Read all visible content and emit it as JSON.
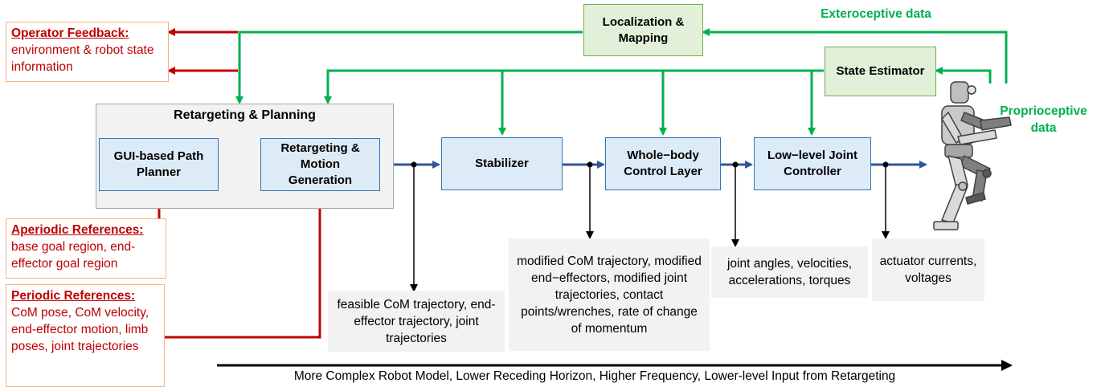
{
  "colors": {
    "feedback_red": "#c00000",
    "signal_green": "#00b050",
    "flow_blue": "#2f5597",
    "block_fill": "#ddebf7",
    "estimator_fill": "#e2f0d9"
  },
  "feedback": {
    "title": "Operator Feedback:",
    "body": "environment & robot state information"
  },
  "aperiodic": {
    "title": "Aperiodic References:",
    "body": "base goal region, end-effector goal region"
  },
  "periodic": {
    "title": "Periodic References:",
    "body": "CoM pose, CoM velocity, end-effector motion, limb poses, joint trajectories"
  },
  "planning_group": {
    "title": "Retargeting & Planning"
  },
  "blocks": {
    "gui_planner": "GUI-based Path Planner",
    "retargeting": "Retargeting & Motion Generation",
    "stabilizer": "Stabilizer",
    "whole_body": "Whole−body Control Layer",
    "low_level": "Low−level Joint Controller",
    "localization": "Localization & Mapping",
    "state_estimator": "State Estimator"
  },
  "signals": {
    "exteroceptive": "Exteroceptive data",
    "proprioceptive": "Proprioceptive data"
  },
  "outputs": {
    "planner_out": "feasible CoM trajectory, end-effector trajectory, joint trajectories",
    "stabilizer_out": "modified CoM trajectory, modified end−effectors, modified joint trajectories, contact points/wrenches, rate of change of momentum",
    "wbc_out": "joint angles, velocities, accelerations, torques",
    "joint_out": "actuator currents, voltages"
  },
  "bottom_arrow": "More Complex Robot Model, Lower Receding Horizon, Higher Frequency, Lower-level Input from Retargeting",
  "robot": {
    "icon": "humanoid-robot-icon"
  }
}
